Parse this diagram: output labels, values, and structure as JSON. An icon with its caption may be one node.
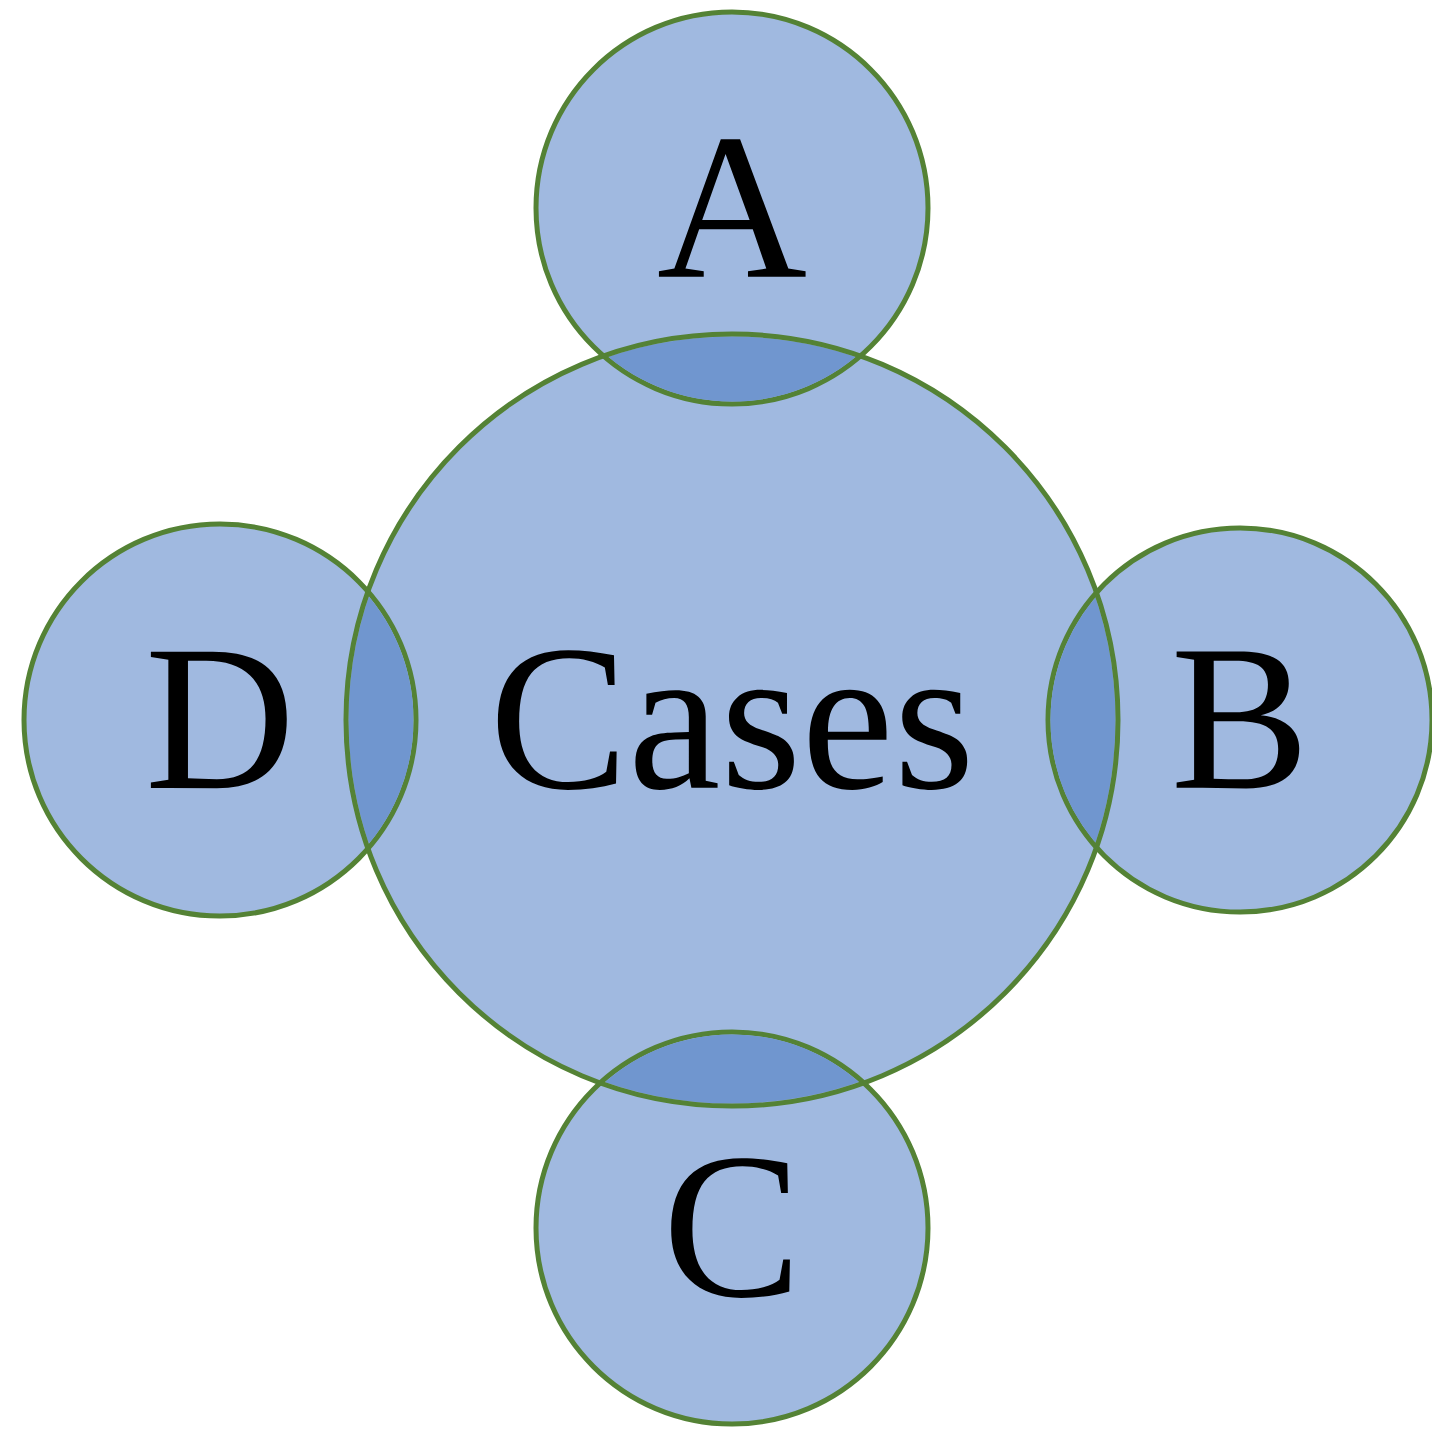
{
  "diagram": {
    "nodes": [
      {
        "text": [
          "Cases"
        ]
      },
      {
        "text": [
          "A"
        ]
      },
      {
        "text": [
          "B"
        ]
      },
      {
        "text": [
          "C"
        ]
      },
      {
        "text": [
          "D"
        ]
      }
    ]
  }
}
